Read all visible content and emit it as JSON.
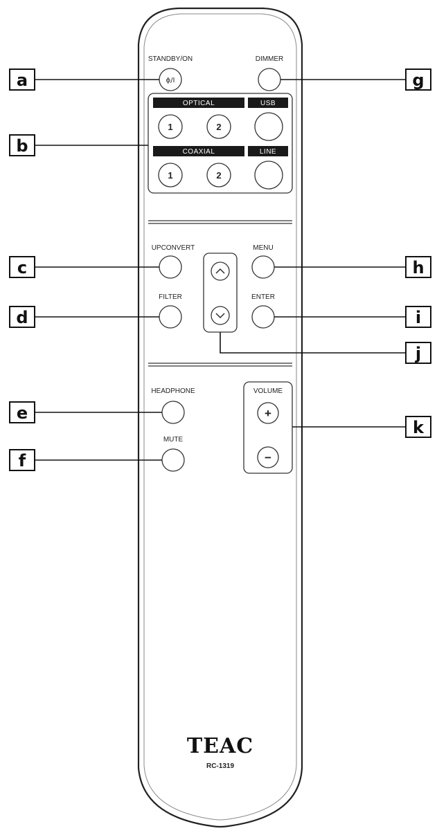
{
  "remote": {
    "brand": "TEAC",
    "model": "RC-1319",
    "labels": {
      "standby": "STANDBY/ON",
      "standby_symbol": "ϕ/I",
      "dimmer": "DIMMER",
      "optical": "OPTICAL",
      "usb": "USB",
      "coaxial": "COAXIAL",
      "line": "LINE",
      "opt1": "1",
      "opt2": "2",
      "coax1": "1",
      "coax2": "2",
      "upconvert": "UPCONVERT",
      "menu": "MENU",
      "filter": "FILTER",
      "enter": "ENTER",
      "headphone": "HEADPHONE",
      "mute": "MUTE",
      "volume": "VOLUME",
      "vol_plus": "+",
      "vol_minus": "−"
    }
  },
  "callouts": {
    "a": "a",
    "b": "b",
    "c": "c",
    "d": "d",
    "e": "e",
    "f": "f",
    "g": "g",
    "h": "h",
    "i": "i",
    "j": "j",
    "k": "k"
  }
}
